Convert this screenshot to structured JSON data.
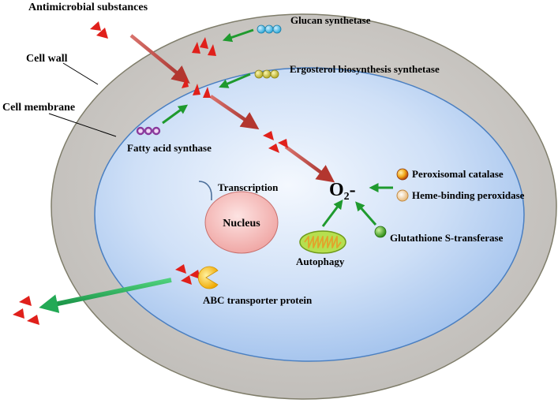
{
  "labels": {
    "antimicrobial": "Antimicrobial substances",
    "glucan": "Glucan synthetase",
    "cell_wall": "Cell wall",
    "ergosterol": "Ergosterol biosynthesis synthetase",
    "cell_membrane": "Cell membrane",
    "fatty_acid": "Fatty acid synthase",
    "transcription": "Transcription",
    "nucleus": "Nucleus",
    "superoxide_main": "O",
    "superoxide_sub": "2",
    "superoxide_charge": "-",
    "peroxisomal": "Peroxisomal catalase",
    "heme": "Heme-binding peroxidase",
    "glutathione": "Glutathione S-transferase",
    "autophagy": "Autophagy",
    "abc": "ABC transporter protein"
  },
  "colors": {
    "cell_wall_fill": "#c9c7c4",
    "cell_wall_stroke": "#7f7d6a",
    "membrane_fill": "#b9d3f3",
    "membrane_stroke": "#4a7fc1",
    "nucleus_fill": "#f3b6b6",
    "nucleus_stroke": "#c9716e",
    "influx_arrow": "#b8413c",
    "green_arrow": "#1f9a2e",
    "efflux_arrow": "#27b35a",
    "antimicrobial_marker": "#e0201b",
    "glucan_beads": "#2fa9d9",
    "ergosterol_beads": "#c9c23a",
    "fatty_acid_beads": "#8a3a9c",
    "peroxisomal_dot": "#e6a817",
    "heme_dot": "#f1d3a3",
    "glutathione_dot": "#3fae2c",
    "abc_transporter": "#f6b800",
    "mitochondrion": "#9ccc3a"
  }
}
